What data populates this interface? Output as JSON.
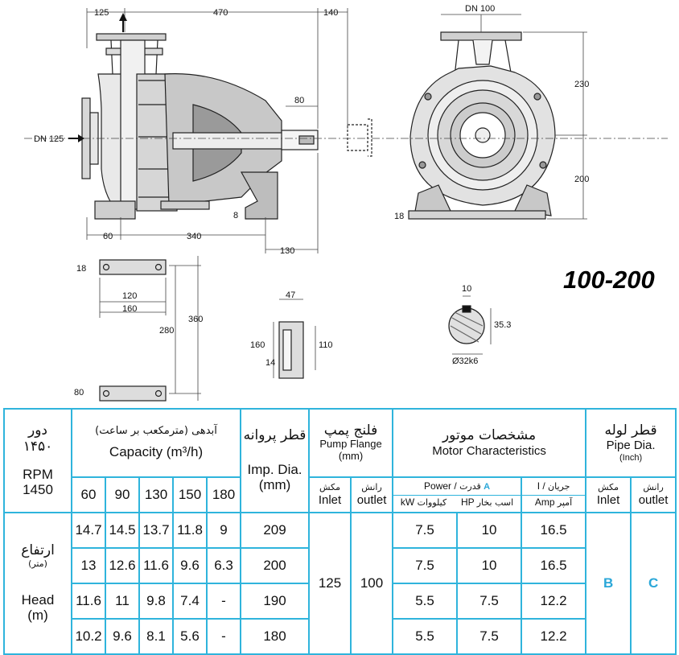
{
  "model": "100-200",
  "drawing": {
    "side_view": {
      "top_dims": [
        "125",
        "470",
        "140"
      ],
      "shaft_len": "80",
      "inlet_label": "DN 125",
      "bottom_dims": [
        "60",
        "340",
        "130"
      ],
      "foot_thk": "8"
    },
    "front_view": {
      "outlet_label": "DN 100",
      "right_dims": [
        "230",
        "200"
      ],
      "foot_thk": "18"
    },
    "foot_plan": {
      "dims": [
        "18",
        "120",
        "160",
        "280",
        "360",
        "80"
      ]
    },
    "coupling_guard": {
      "dims": [
        "47",
        "160",
        "110",
        "14"
      ]
    },
    "shaft_section": {
      "key": "10",
      "height": "35.3",
      "dia": "Ø32k6"
    }
  },
  "table": {
    "speed": {
      "fa_label": "دور",
      "fa_value": "۱۴۵۰",
      "en_label": "RPM",
      "en_value": "1450"
    },
    "capacity": {
      "fa": "آبدهی (مترمکعب بر ساعت)",
      "en": "Capacity (m³/h)",
      "columns": [
        "60",
        "90",
        "130",
        "150",
        "180"
      ]
    },
    "imp_dia": {
      "fa": "قطر پروانه",
      "en": "Imp. Dia.",
      "unit": "(mm)"
    },
    "flange": {
      "fa": "فلنج پمپ",
      "en": "Pump Flange",
      "unit": "(mm)",
      "inlet_fa": "مکش",
      "inlet_en": "Inlet",
      "outlet_fa": "رانش",
      "outlet_en": "outlet",
      "inlet_value": "125",
      "outlet_value": "100"
    },
    "motor": {
      "fa": "مشخصات موتور",
      "en": "Motor Characteristics",
      "power_label": "Power",
      "power_fa": "قدرت",
      "power_unit": "A",
      "current_label": "I",
      "current_fa": "جریان",
      "kw_en": "kW",
      "kw_fa": "کیلووات",
      "hp_en": "HP",
      "hp_fa": "اسب بخار",
      "amp_en": "Amp",
      "amp_fa": "آمپر"
    },
    "pipe": {
      "fa": "قطر لوله",
      "en": "Pipe Dia.",
      "unit": "(Inch)",
      "inlet_fa": "مکش",
      "inlet_en": "Inlet",
      "outlet_fa": "رانش",
      "outlet_en": "outlet",
      "inlet_value": "B",
      "outlet_value": "C"
    },
    "head": {
      "fa": "ارتفاع",
      "fa_unit": "(متر)",
      "en": "Head",
      "en_unit": "(m)"
    },
    "rows": [
      {
        "heads": [
          "14.7",
          "14.5",
          "13.7",
          "11.8",
          "9"
        ],
        "imp": "209",
        "kw": "7.5",
        "hp": "10",
        "amp": "16.5"
      },
      {
        "heads": [
          "13",
          "12.6",
          "11.6",
          "9.6",
          "6.3"
        ],
        "imp": "200",
        "kw": "7.5",
        "hp": "10",
        "amp": "16.5"
      },
      {
        "heads": [
          "11.6",
          "11",
          "9.8",
          "7.4",
          "-"
        ],
        "imp": "190",
        "kw": "5.5",
        "hp": "7.5",
        "amp": "12.2"
      },
      {
        "heads": [
          "10.2",
          "9.6",
          "8.1",
          "5.6",
          "-"
        ],
        "imp": "180",
        "kw": "5.5",
        "hp": "7.5",
        "amp": "12.2"
      }
    ]
  }
}
